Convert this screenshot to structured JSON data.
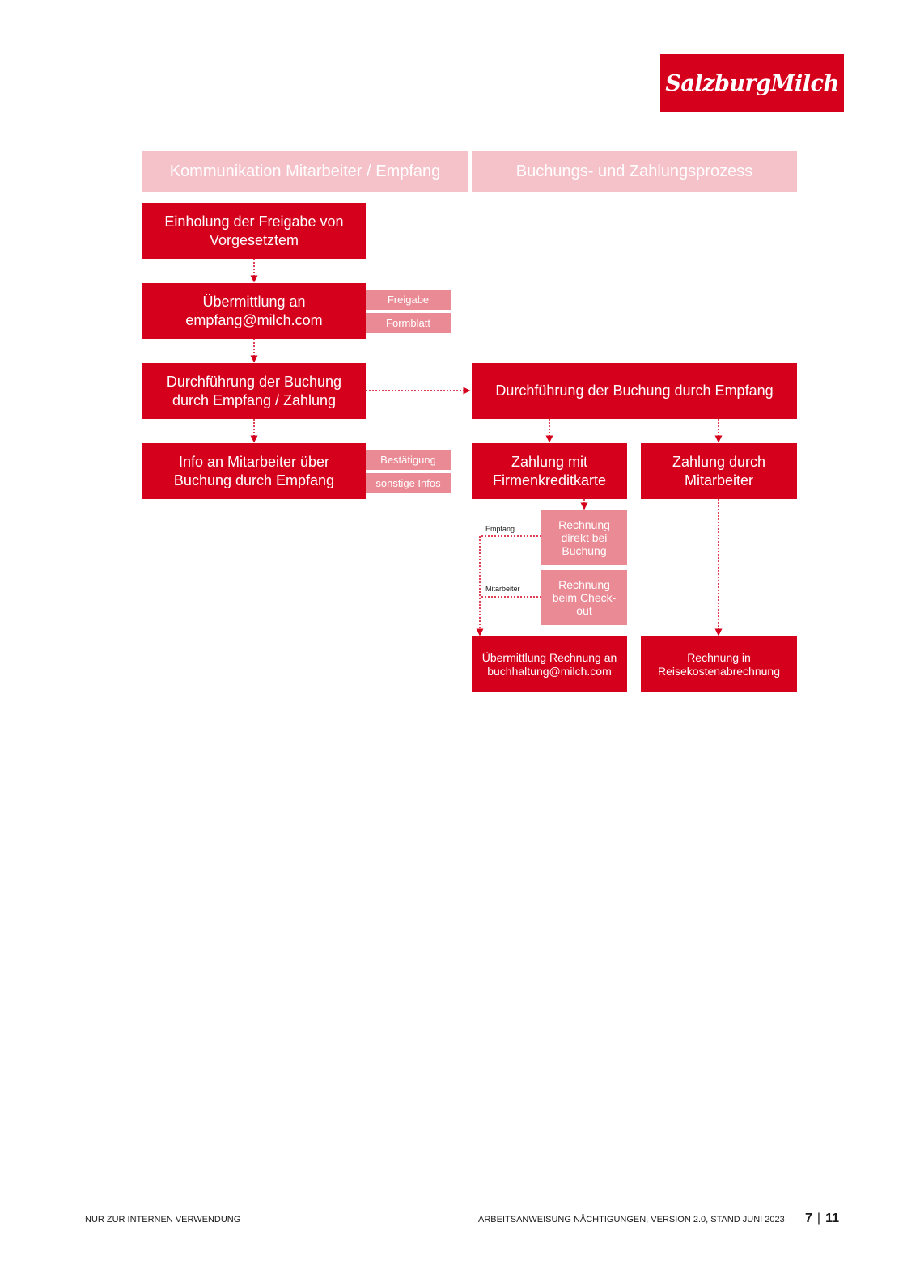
{
  "brand": {
    "logo_text": "SalzburgMilch"
  },
  "colors": {
    "red": "#d5001c",
    "pink_light": "#f5c2c9",
    "pink_mid": "#ea8a95"
  },
  "headers": {
    "left": "Kommunikation Mitarbeiter / Empfang",
    "right": "Buchungs- und Zahlungsprozess"
  },
  "steps": {
    "freigabe": "Einholung der Freigabe von Vorgesetztem",
    "uebermittlung": "Übermittlung an empfang@milch.com",
    "buchung_zahlung": "Durchführung der Buchung durch Empfang / Zahlung",
    "info": "Info an Mitarbeiter über Buchung durch Empfang",
    "buchung_empfang": "Durchführung der Buchung durch Empfang",
    "zahlung_kk": "Zahlung mit Firmenkreditkarte",
    "zahlung_ma": "Zahlung durch Mitarbeiter",
    "uebermittlung_rechnung": "Übermittlung Rechnung an buchhaltung@milch.com",
    "rechnung_rk": "Rechnung in Reisekostenabrechnung"
  },
  "tags": {
    "freigabe": "Freigabe",
    "formblatt": "Formblatt",
    "bestaetigung": "Bestätigung",
    "sonstige": "sonstige Infos",
    "rechnung_direkt": "Rechnung direkt bei Buchung",
    "rechnung_checkout": "Rechnung beim Check-out"
  },
  "labels": {
    "empfang": "Empfang",
    "mitarbeiter": "Mitarbeiter"
  },
  "footer": {
    "left": "NUR ZUR INTERNEN VERWENDUNG",
    "right": "ARBEITSANWEISUNG NÄCHTIGUNGEN, VERSION 2.0, STAND JUNI 2023",
    "page": "7",
    "separator": "|",
    "total": "11"
  }
}
